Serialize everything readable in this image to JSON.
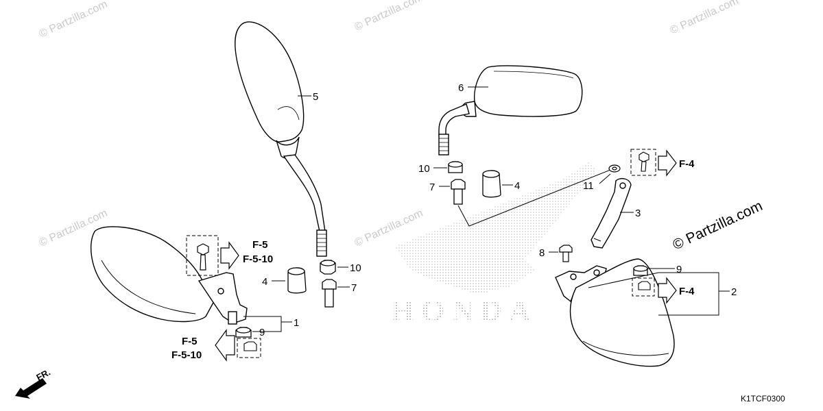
{
  "watermarks": {
    "small": "© Partzilla.com",
    "large": "© Partzilla.com"
  },
  "logo": {
    "text": "HONDA"
  },
  "callouts": {
    "c1": "1",
    "c2": "2",
    "c3": "3",
    "c4a": "4",
    "c4b": "4",
    "c5": "5",
    "c6": "6",
    "c7a": "7",
    "c7b": "7",
    "c8": "8",
    "c9a": "9",
    "c9b": "9",
    "c10a": "10",
    "c10b": "10",
    "c11": "11"
  },
  "refs": {
    "left_upper": [
      "F-5",
      "F-5-10"
    ],
    "left_lower": [
      "F-5",
      "F-5-10"
    ],
    "right_upper": "F-4",
    "right_lower": "F-4"
  },
  "front_label": "FR.",
  "diagram_code": "K1TCF0300",
  "colors": {
    "line": "#000000",
    "watermark": "#c9c9c9",
    "logo_dots": "#9a9a9a"
  }
}
